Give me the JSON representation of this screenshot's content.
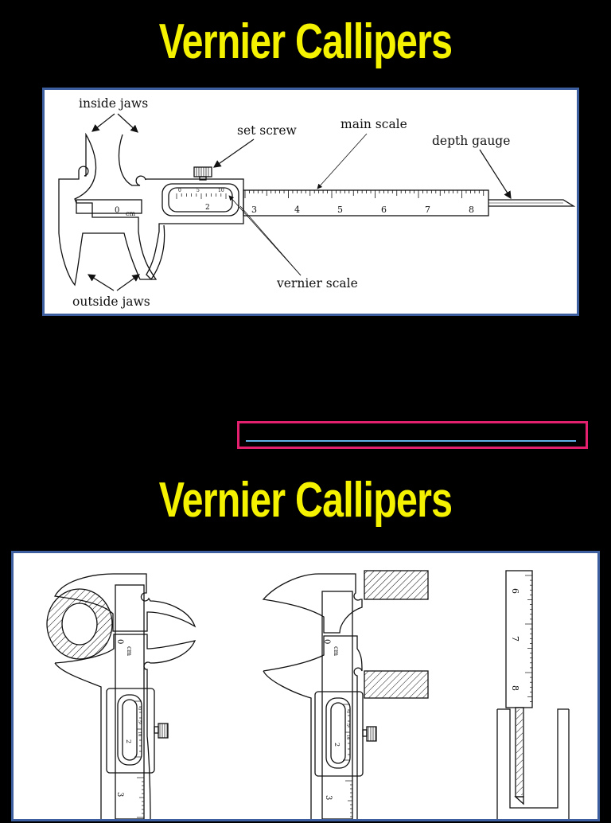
{
  "slide1": {
    "title": "Vernier Callipers",
    "labels": {
      "inside_jaws": "inside jaws",
      "set_screw": "set screw",
      "main_scale": "main scale",
      "depth_gauge": "depth gauge",
      "vernier_scale": "vernier scale",
      "outside_jaws": "outside jaws",
      "zero": "0",
      "unit": "cm"
    },
    "main_scale_numbers": [
      "3",
      "4",
      "5",
      "6",
      "7",
      "8"
    ],
    "vernier_numbers": [
      "0",
      "5",
      "10",
      "2"
    ]
  },
  "slide2": {
    "title": "Vernier Callipers",
    "zero": "0",
    "unit": "cm",
    "vernier_numbers": [
      "0",
      "5",
      "10",
      "2"
    ],
    "main_digit": "3",
    "depth_numbers": [
      "6",
      "7",
      "8"
    ]
  },
  "colors": {
    "background": "#000000",
    "title": "#f5f200",
    "panel_border": "#3d5fa0",
    "highlight_box": "#e3206e",
    "underline": "#5fb0e6"
  }
}
